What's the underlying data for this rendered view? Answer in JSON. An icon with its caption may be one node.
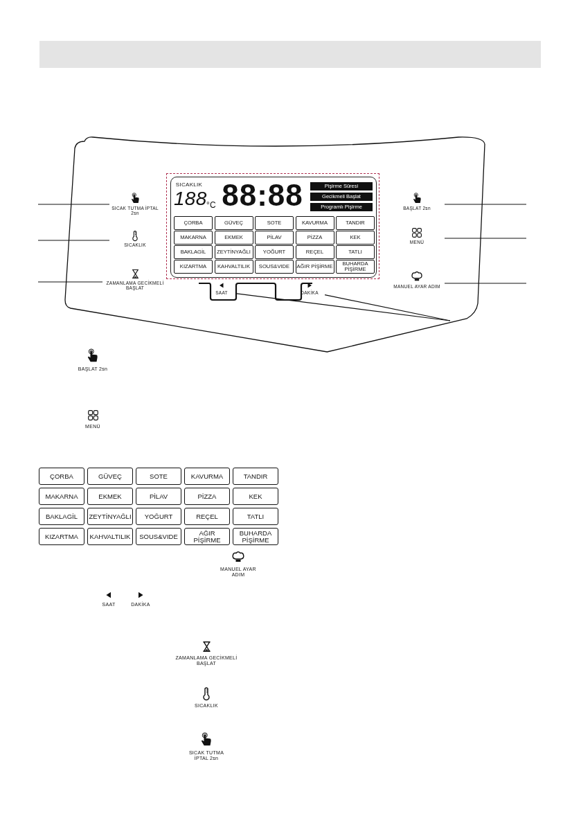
{
  "diagram": {
    "nodes": [
      {
        "text": [],
        "shape": "box"
      },
      {
        "text": [
          "SICAK TUTMA İPTAL 2sn"
        ],
        "in": 0
      },
      {
        "text": [
          "BAŞLAT 2sn"
        ],
        "in": 0
      },
      {
        "text": [
          "SICAKLIK"
        ],
        "in": 0
      },
      {
        "text": [
          "MENÜ"
        ],
        "in": 0
      },
      {
        "text": [
          "ZAMANLAMA GECİKMELİ BAŞLAT"
        ],
        "in": 0
      },
      {
        "text": [
          "MANUEL AYAR ADIM"
        ],
        "in": 0
      },
      {
        "text": [
          "SAAT"
        ],
        "in": 0
      },
      {
        "text": [
          "DAKİKA"
        ],
        "in": 0
      },
      {
        "text": [
          "SICAKLIK",
          "188",
          "°C",
          "88:88"
        ],
        "in": 0
      },
      {
        "text": [
          "Pişirme Süresi"
        ],
        "in": 9
      },
      {
        "text": [
          "Gecikmeli Başlat"
        ],
        "in": 9
      },
      {
        "text": [
          "Programlı Pişirme"
        ],
        "in": 9
      },
      {
        "text": [
          "ÇORBA"
        ],
        "in": 9
      },
      {
        "text": [
          "GÜVEÇ"
        ],
        "in": 9
      },
      {
        "text": [
          "SOTE"
        ],
        "in": 9
      },
      {
        "text": [
          "KAVURMA"
        ],
        "in": 9
      },
      {
        "text": [
          "TANDIR"
        ],
        "in": 9
      },
      {
        "text": [
          "MAKARNA"
        ],
        "in": 9
      },
      {
        "text": [
          "EKMEK"
        ],
        "in": 9
      },
      {
        "text": [
          "PİLAV"
        ],
        "in": 9
      },
      {
        "text": [
          "PİZZA"
        ],
        "in": 9
      },
      {
        "text": [
          "KEK"
        ],
        "in": 9
      },
      {
        "text": [
          "BAKLAGİL"
        ],
        "in": 9
      },
      {
        "text": [
          "ZEYTİNYAĞLI"
        ],
        "in": 9
      },
      {
        "text": [
          "YOĞURT"
        ],
        "in": 9
      },
      {
        "text": [
          "REÇEL"
        ],
        "in": 9
      },
      {
        "text": [
          "TATLI"
        ],
        "in": 9
      },
      {
        "text": [
          "KIZARTMA"
        ],
        "in": 9
      },
      {
        "text": [
          "KAHVALTILIK"
        ],
        "in": 9
      },
      {
        "text": [
          "SOUS&VIDE"
        ],
        "in": 9
      },
      {
        "text": [
          "AĞIR PİŞİRME"
        ],
        "in": 9
      },
      {
        "text": [
          "BUHARDA PİŞİRME"
        ],
        "in": 9
      },
      {
        "text": [
          "ÇORBA"
        ]
      },
      {
        "text": [
          "GÜVEÇ"
        ]
      },
      {
        "text": [
          "SOTE"
        ]
      },
      {
        "text": [
          "KAVURMA"
        ]
      },
      {
        "text": [
          "TANDIR"
        ]
      },
      {
        "text": [
          "MAKARNA"
        ]
      },
      {
        "text": [
          "EKMEK"
        ]
      },
      {
        "text": [
          "PİLAV"
        ]
      },
      {
        "text": [
          "PİZZA"
        ]
      },
      {
        "text": [
          "KEK"
        ]
      },
      {
        "text": [
          "BAKLAGİL"
        ]
      },
      {
        "text": [
          "ZEYTİNYAĞLI"
        ]
      },
      {
        "text": [
          "YOĞURT"
        ]
      },
      {
        "text": [
          "REÇEL"
        ]
      },
      {
        "text": [
          "TATLI"
        ]
      },
      {
        "text": [
          "KIZARTMA"
        ]
      },
      {
        "text": [
          "KAHVALTILIK"
        ]
      },
      {
        "text": [
          "SOUS&VIDE"
        ]
      },
      {
        "text": [
          "AĞIR PİŞİRME"
        ]
      },
      {
        "text": [
          "BUHARDA PİŞİRME"
        ]
      }
    ],
    "edges": [
      {
        "from": null,
        "to": 1,
        "arrow": "none"
      },
      {
        "from": null,
        "to": 3,
        "arrow": "none"
      },
      {
        "from": null,
        "to": 5,
        "arrow": "none"
      },
      {
        "from": null,
        "to": 2,
        "arrow": "none"
      },
      {
        "from": null,
        "to": 4,
        "arrow": "none"
      },
      {
        "from": null,
        "to": 6,
        "arrow": "none"
      },
      {
        "from": null,
        "to": 7,
        "arrow": "none"
      },
      {
        "from": null,
        "to": 8,
        "arrow": "none"
      }
    ],
    "labels": [
      "BAŞLAT 2sn",
      "MENÜ",
      "MANUEL AYAR ADIM",
      "SAAT",
      "DAKİKA",
      "ZAMANLAMA GECİKMELİ BAŞLAT",
      "SICAKLIK",
      "SICAK TUTMA İPTAL 2sn"
    ]
  }
}
